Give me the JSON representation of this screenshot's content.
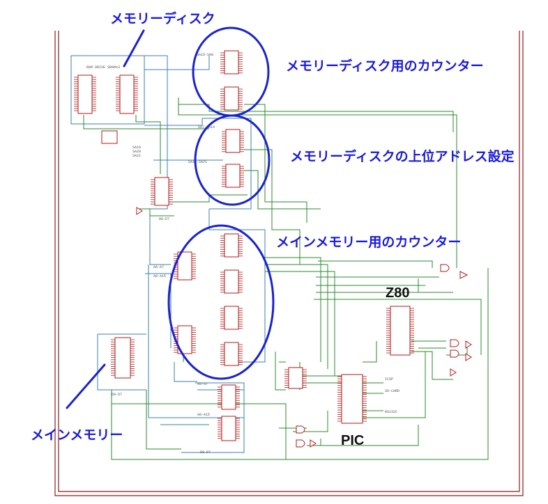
{
  "annotations": {
    "memory_disk": "メモリーディスク",
    "memory_disk_counter": "メモリーディスク用のカウンター",
    "memory_disk_upper_address": "メモリーディスクの上位アドレス設定",
    "main_memory_counter": "メインメモリー用のカウンター",
    "main_memory": "メインメモリー",
    "z80": "Z80",
    "pic": "PIC"
  },
  "schematic": {
    "ram_drive_label": "RAM DRIVE SRAMx3",
    "net_labels": [
      "SA0-SA6",
      "SA7-SA14",
      "SA15-SA21",
      "SA19",
      "SA20",
      "SA21",
      "D0-D7",
      "A0-A7",
      "A8-A15",
      "D0-D7",
      "A0-A7",
      "A8-A15",
      "D0-D7",
      "ICSP",
      "SD-CARD",
      "RS232C",
      "SA15-SA8"
    ]
  },
  "colors": {
    "annotation": "#1a1adc",
    "circle": "#1a22d0",
    "frame": "#8b1a1a",
    "component": "#b01818",
    "wire_green": "#2a8a2a",
    "bus_blue": "#3a7fb0"
  }
}
